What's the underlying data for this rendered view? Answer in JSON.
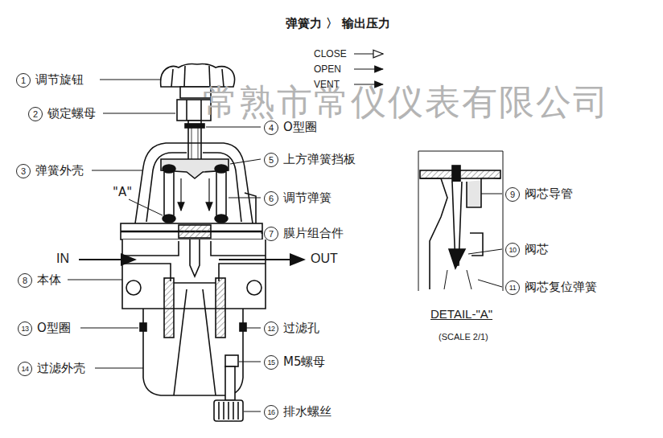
{
  "diagram": {
    "title": "弹簧力 〉 输出压力",
    "labels": [
      "常熟市常仪仪表有限公司",
      "1",
      "调节旋钮",
      "2",
      "锁定螺母",
      "3",
      "弹簧外壳",
      "\"A\"",
      "4",
      "O型圈",
      "5",
      "上方弹簧挡板",
      "6",
      "调节弹簧",
      "7",
      "膜片组合件",
      "IN",
      "OUT",
      "8",
      "本体",
      "12",
      "过滤孔",
      "13",
      "O型圈",
      "14",
      "过滤外壳",
      "15",
      "M5螺母",
      "16",
      "排水螺丝",
      "9",
      "阀芯导管",
      "10",
      "阀芯",
      "11",
      "阀芯复位弹簧",
      "DETAIL-\"A\"",
      "(SCALE 2/1)"
    ],
    "legend": [
      {
        "text": "CLOSE"
      },
      {
        "text": "OPEN"
      },
      {
        "text": "VENT"
      }
    ]
  }
}
